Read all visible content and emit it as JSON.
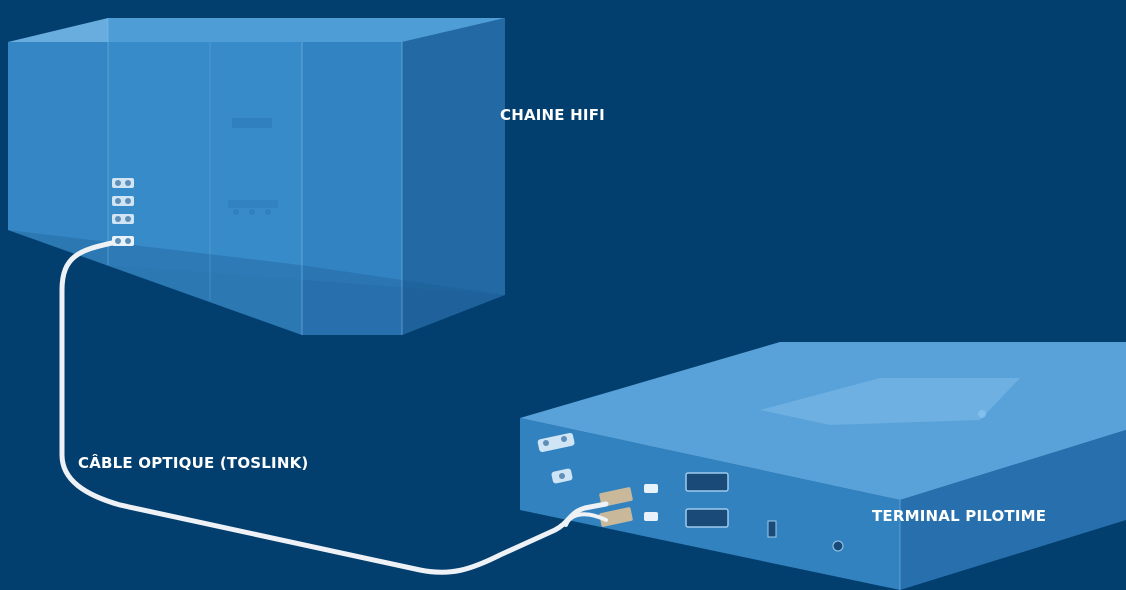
{
  "labels": {
    "hifi": "CHAINE HIFI",
    "cable": "CÂBLE OPTIQUE (TOSLINK)",
    "terminal": "TERMINAL PILOTIME"
  },
  "colors": {
    "background": "#033f6e",
    "box_front": "#2f86c6",
    "box_top": "#63a9de",
    "box_side": "#1f6aa6",
    "cable": "#f2f4f7"
  }
}
